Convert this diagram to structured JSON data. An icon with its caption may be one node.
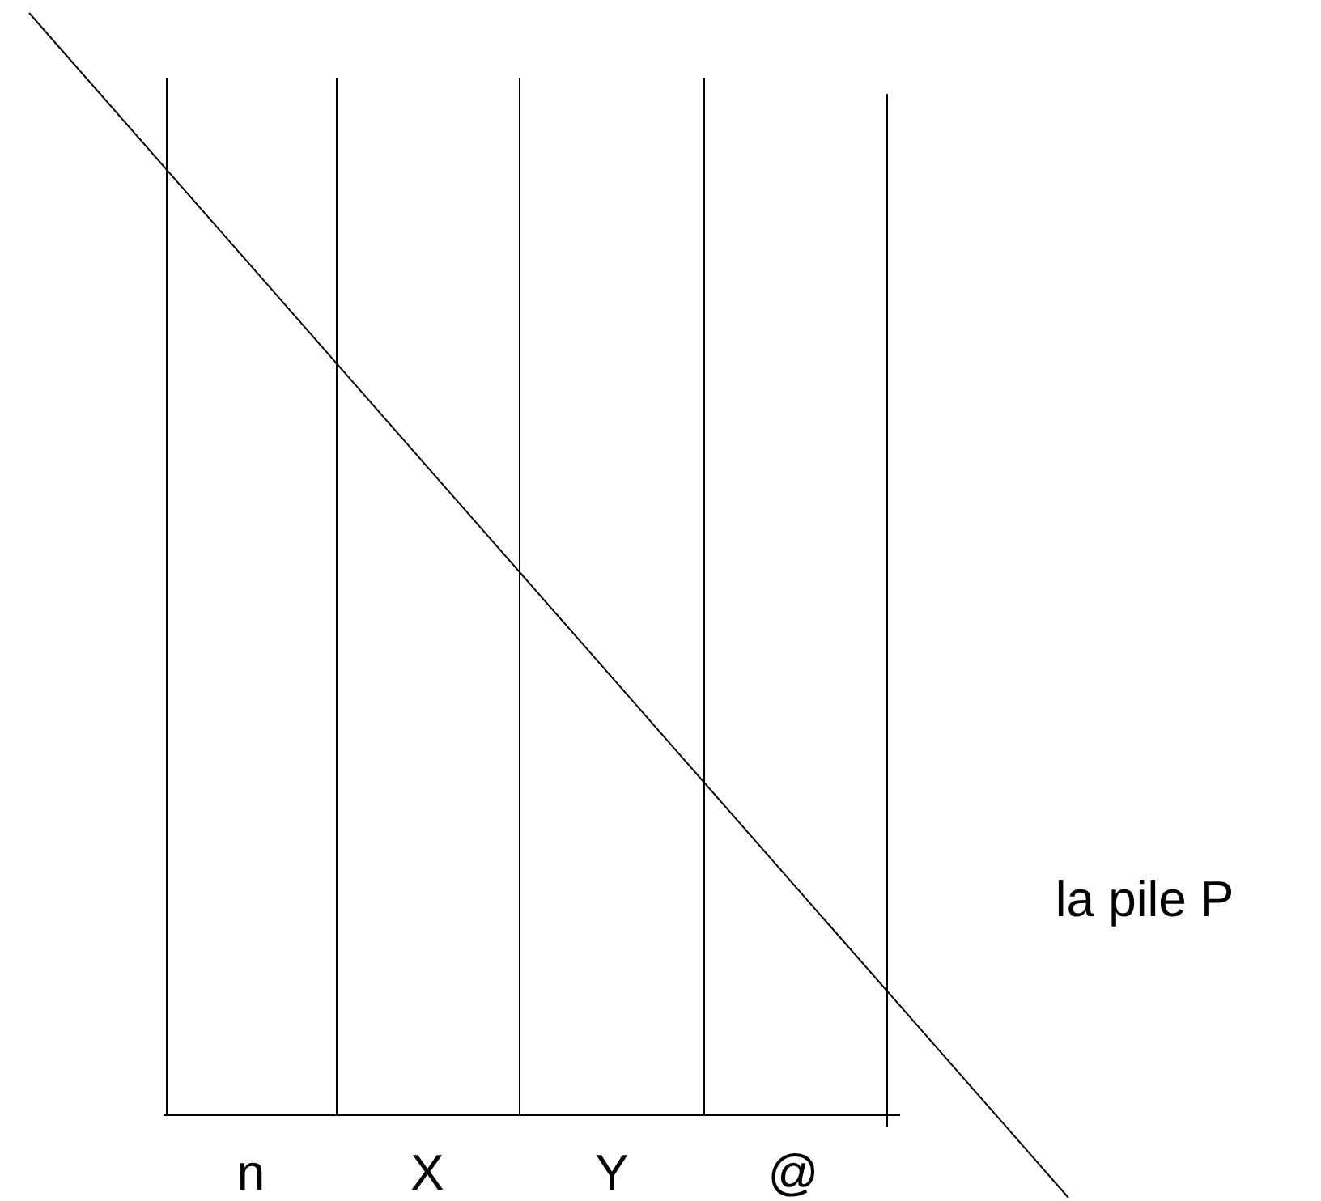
{
  "diagram": {
    "labels": [
      "n",
      "X",
      "Y",
      "@",
      "la pile P"
    ]
  }
}
